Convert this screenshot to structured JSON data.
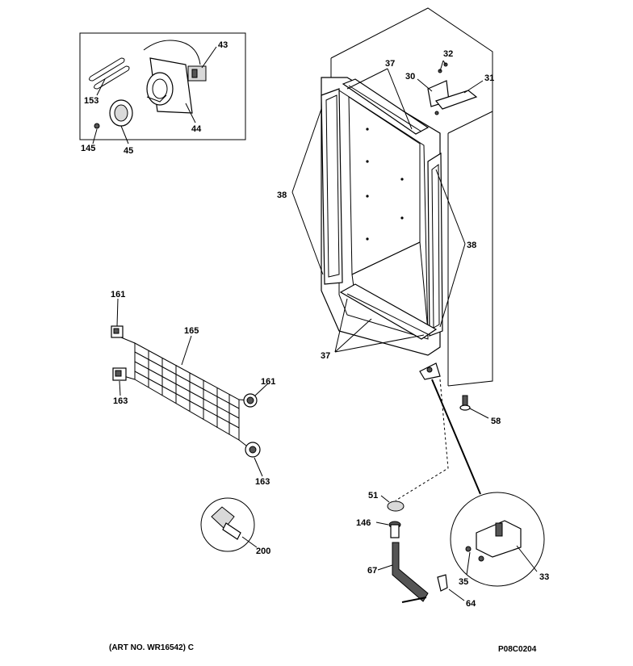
{
  "labels": {
    "l43": "43",
    "l153": "153",
    "l44": "44",
    "l145": "145",
    "l45": "45",
    "l37a": "37",
    "l32": "32",
    "l30": "30",
    "l31": "31",
    "l38a": "38",
    "l38b": "38",
    "l37b": "37",
    "l161a": "161",
    "l165": "165",
    "l163a": "163",
    "l161b": "161",
    "l163b": "163",
    "l58": "58",
    "l51": "51",
    "l146": "146",
    "l200": "200",
    "l67": "67",
    "l35": "35",
    "l33": "33",
    "l64": "64"
  },
  "footer": {
    "art_no": "(ART NO. WR16542) C",
    "code": "P08C0204"
  }
}
